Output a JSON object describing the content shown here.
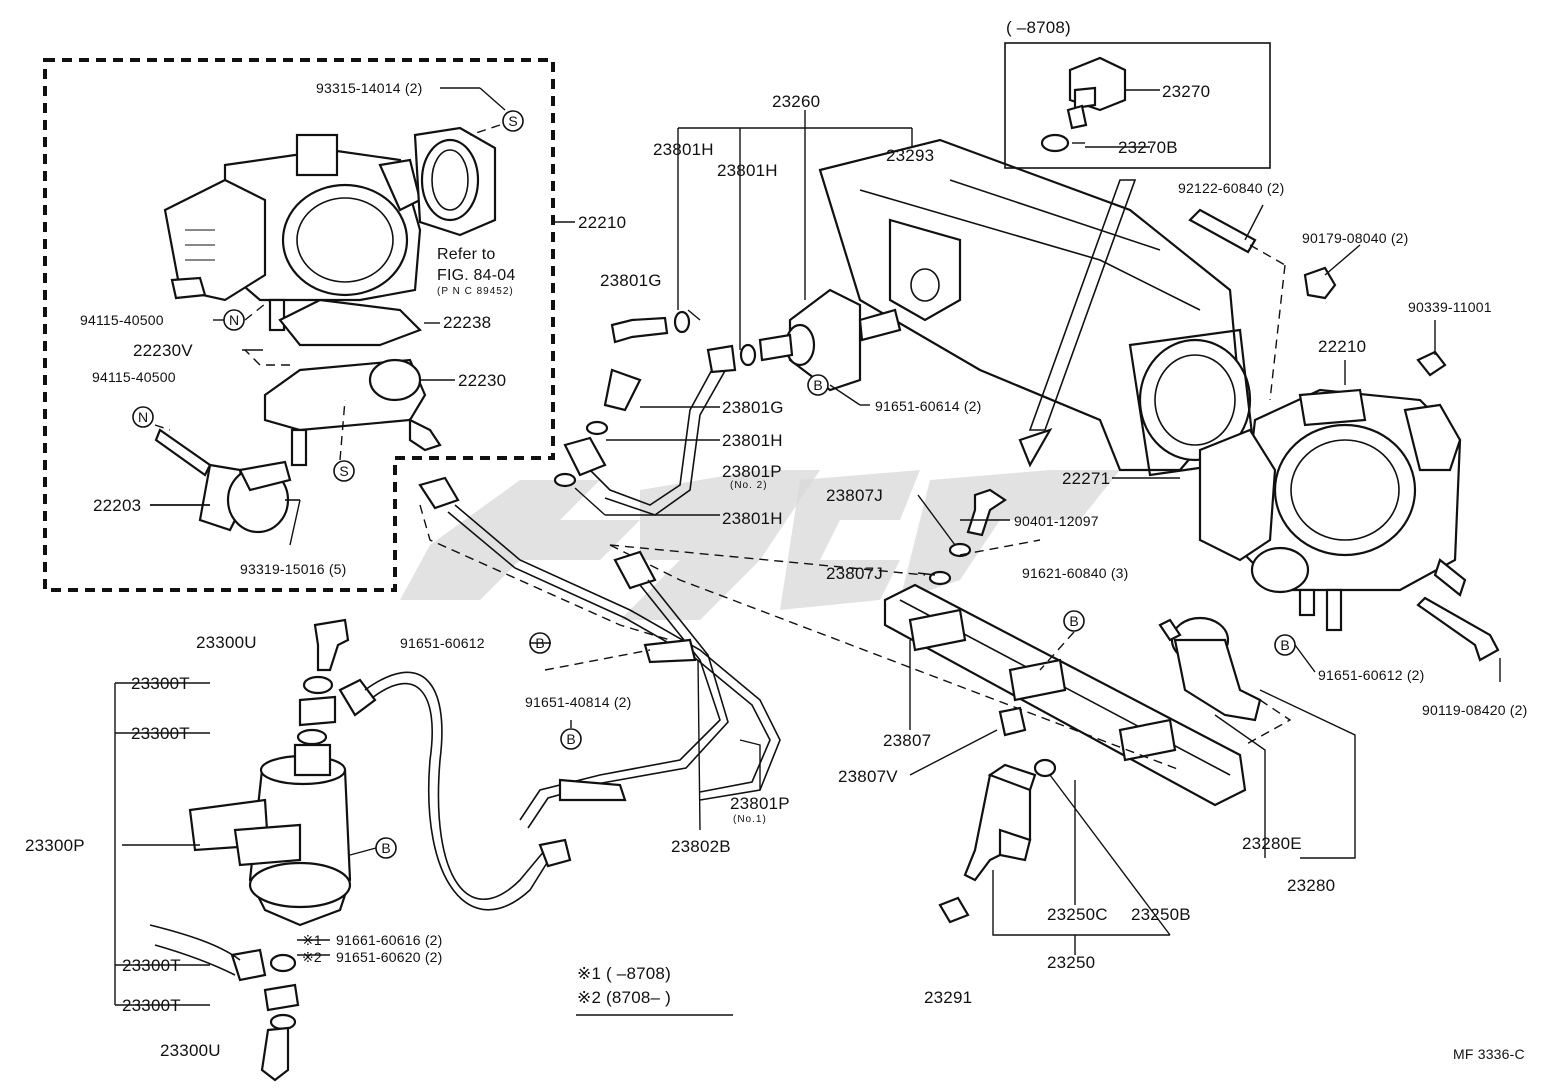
{
  "diagram": {
    "figure_code": "MF  3336-C",
    "notes": {
      "top_range": "(       –8708)",
      "legend_1": "※1 (       –8708)",
      "legend_2": "※2 (8708–       )"
    },
    "refer_to": {
      "line1": "Refer to",
      "line2": "FIG. 84-04",
      "line3": "(P N C 89452)"
    },
    "symbols": {
      "S": "S",
      "N": "N",
      "B": "B"
    },
    "labels": {
      "p93315": "93315-14014 (2)",
      "p22210_left": "22210",
      "p94115_a": "94115-40500",
      "p22238": "22238",
      "p22230V": "22230V",
      "p22230": "22230",
      "p94115_b": "94115-40500",
      "p22203": "22203",
      "p93319": "93319-15016 (5)",
      "p23260": "23260",
      "p23801H_1": "23801H",
      "p23801H_2": "23801H",
      "p23293": "23293",
      "p23801G_1": "23801G",
      "p23801G_2": "23801G",
      "p23801H_3": "23801H",
      "p23801P_2": "23801P",
      "p23801P_2_note": "(No. 2)",
      "p23801H_4": "23801H",
      "p91651_60614": "91651-60614 (2)",
      "p23270": "23270",
      "p23270B": "23270B",
      "p92122": "92122-60840 (2)",
      "p90179": "90179-08040 (2)",
      "p90339": "90339-11001",
      "p22210_right": "22210",
      "p22271": "22271",
      "p23807J_1": "23807J",
      "p90401": "90401-12097",
      "p23807J_2": "23807J",
      "p91621": "91621-60840 (3)",
      "p23300U_1": "23300U",
      "p91651_60612_a": "91651-60612",
      "p23300T_1": "23300T",
      "p23300T_2": "23300T",
      "p91651_40814": "91651-40814 (2)",
      "p23300P": "23300P",
      "p91661": "91661-60616 (2)",
      "p91651_60620": "91651-60620 (2)",
      "p23300T_3": "23300T",
      "p23300T_4": "23300T",
      "p23300U_2": "23300U",
      "p23802B": "23802B",
      "p23801P_1": "23801P",
      "p23801P_1_note": "(No.1)",
      "p23807": "23807",
      "p23807V": "23807V",
      "p91651_60612_b": "91651-60612 (2)",
      "p90119": "90119-08420 (2)",
      "p23280E": "23280E",
      "p23280": "23280",
      "p23250C": "23250C",
      "p23250B": "23250B",
      "p23250": "23250",
      "p23291": "23291",
      "mark1": "※1",
      "mark2": "※2"
    }
  }
}
